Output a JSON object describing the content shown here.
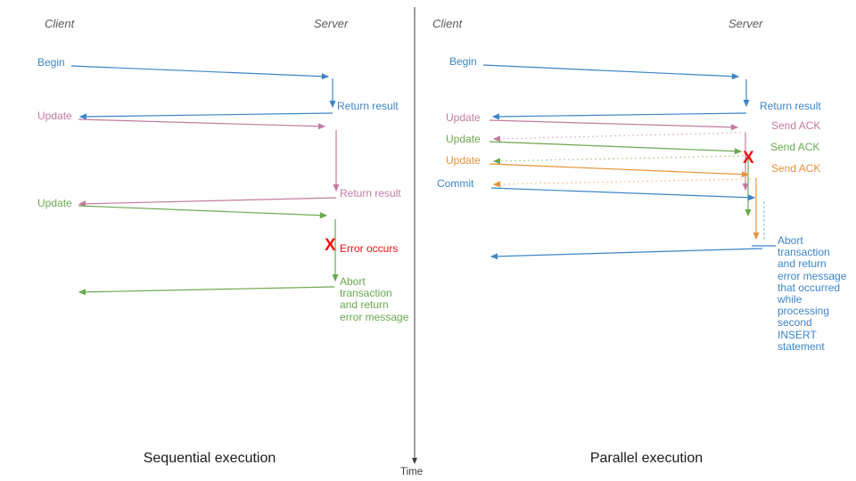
{
  "colors": {
    "blue": "#3d85c6",
    "pink": "#c27ba0",
    "green": "#6aa84f",
    "orange": "#e69138",
    "red": "#ee1111",
    "axis": "#3c3c3c",
    "header": "#5a5a5a",
    "title": "#1a1a1a",
    "blue_light": "#9db9ea",
    "pink_light": "#ddb9cd",
    "green_light": "#aed09c",
    "orange_light": "#f3c994"
  },
  "time_axis": {
    "label": "Time"
  },
  "sequential": {
    "title": "Sequential execution",
    "client_header": "Client",
    "server_header": "Server",
    "begin": "Begin",
    "return_result_1": "Return result",
    "update_1": "Update",
    "return_result_2": "Return result",
    "update_2": "Update",
    "error_mark": "X",
    "error_label": "Error occurs",
    "abort_message": "Abort\ntransaction\nand return\nerror message"
  },
  "parallel": {
    "title": "Parallel execution",
    "client_header": "Client",
    "server_header": "Server",
    "begin": "Begin",
    "return_result": "Return result",
    "update_1": "Update",
    "send_ack_1": "Send ACK",
    "update_2": "Update",
    "send_ack_2": "Send ACK",
    "update_3": "Update",
    "send_ack_3": "Send ACK",
    "commit": "Commit",
    "error_mark": "X",
    "abort_message": "Abort\ntransaction\nand return\nerror message\nthat occurred\nwhile\nprocessing\nsecond\nINSERT\nstatement"
  }
}
